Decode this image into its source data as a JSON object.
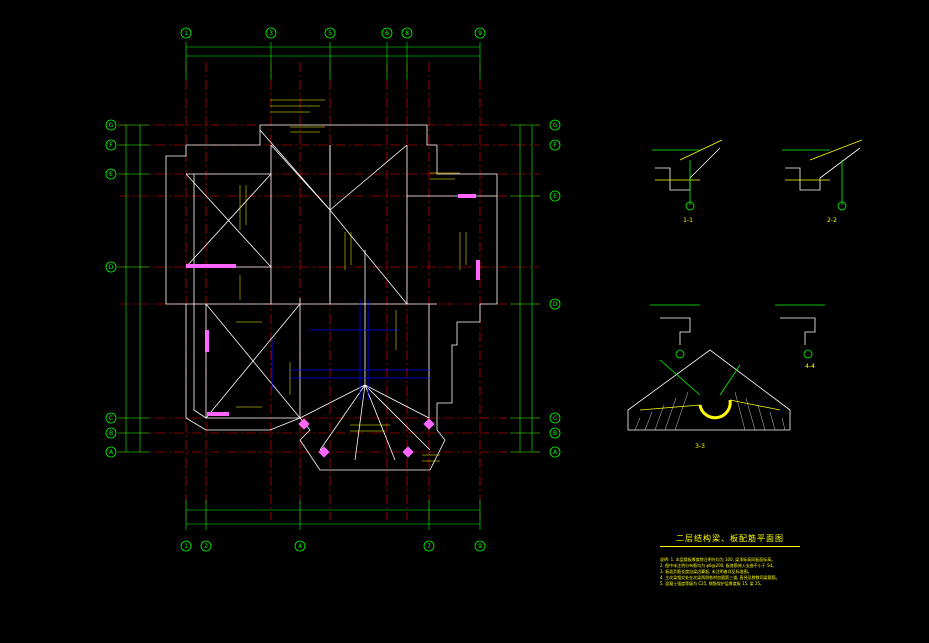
{
  "drawing": {
    "title": "二层结构梁、板配筋平面图",
    "notes": [
      "说明: 1. 本层楼板厚度除注明外均为 100, 梁顶标高同板面标高。",
      "2. 图中未注明分布筋均为 φ6@200, 板底筋伸入支座不小于 5d。",
      "3. 板面负筋长度自梁边算起, 未注明者详见标准图。",
      "4. 主次梁相交处在次梁两侧各附加箍筋三道, 直径及肢数同梁箍筋。",
      "5. 混凝土强度等级为 C25, 钢筋保护层厚度板 15, 梁 25。"
    ]
  },
  "grid_axes": {
    "top": [
      "1",
      "3",
      "5",
      "6",
      "8",
      "9"
    ],
    "bottom": [
      "1",
      "2",
      "4",
      "7",
      "9"
    ],
    "left": [
      "G",
      "F",
      "E",
      "D",
      "C",
      "B",
      "A"
    ],
    "right": [
      "G",
      "F",
      "E",
      "D",
      "C",
      "B",
      "A"
    ]
  },
  "sections": [
    {
      "label": "1-1"
    },
    {
      "label": "2-2"
    },
    {
      "label": "3-3"
    },
    {
      "label": "4-4"
    }
  ],
  "colors": {
    "background": "#000000",
    "grid_line": "#ff0000",
    "dimension": "#00ff00",
    "text": "#ffff00",
    "structure": "#ffffff",
    "beam": "#ff66ff",
    "rebar": "#0000ff",
    "circle_label": "#00ff00"
  }
}
